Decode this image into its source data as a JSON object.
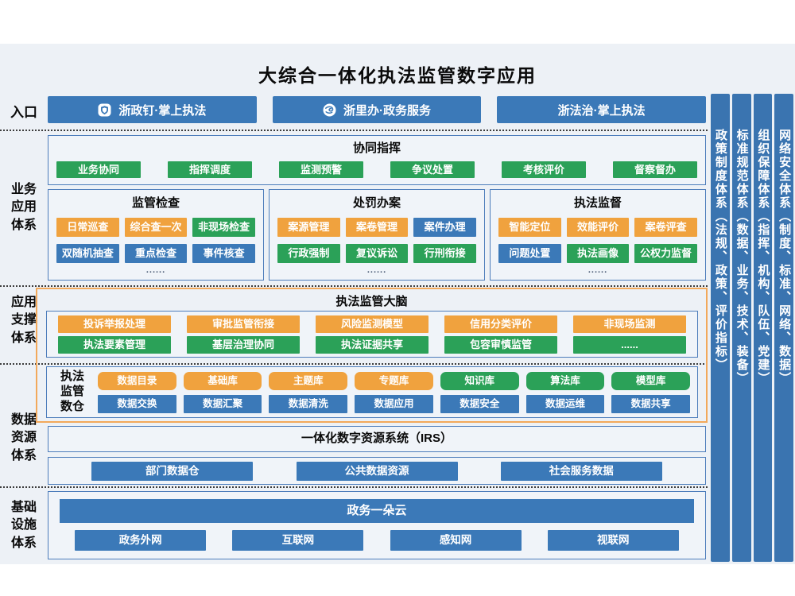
{
  "title": "大综合一体化执法监管数字应用",
  "palette": {
    "blue": "#3b79b8",
    "green": "#2ba158",
    "orange": "#f0a23e",
    "panel_background": "#edf1f6",
    "border_blue": "#4d7dbb",
    "border_orange": "#f2a95b"
  },
  "sections": {
    "entry_label": "入口",
    "business_label": "业务\n应用\n体系",
    "support_label": "应用\n支撑\n体系",
    "data_label": "数据\n资源\n体系",
    "infra_label": "基础\n设施\n体系"
  },
  "entry": {
    "apps": [
      {
        "label": "浙政钉·掌上执法",
        "icon": "shield-badge-icon"
      },
      {
        "label": "浙里办·政务服务",
        "icon": "zheliban-swirl-icon"
      },
      {
        "label": "浙法治·掌上执法",
        "icon": ""
      }
    ]
  },
  "business": {
    "collab": {
      "title": "协同指挥",
      "buttons": [
        "业务协同",
        "指挥调度",
        "监测预警",
        "争议处置",
        "考核评价",
        "督察督办"
      ]
    },
    "groups": [
      {
        "title": "监管检查",
        "row1": [
          {
            "label": "日常巡查",
            "color": "orange"
          },
          {
            "label": "综合查一次",
            "color": "orange"
          },
          {
            "label": "非现场检查",
            "color": "green"
          }
        ],
        "row2": [
          {
            "label": "双随机抽查",
            "color": "blue"
          },
          {
            "label": "重点检查",
            "color": "blue"
          },
          {
            "label": "事件核查",
            "color": "blue"
          }
        ],
        "more": "......"
      },
      {
        "title": "处罚办案",
        "row1": [
          {
            "label": "案源管理",
            "color": "orange"
          },
          {
            "label": "案卷管理",
            "color": "orange"
          },
          {
            "label": "案件办理",
            "color": "blue"
          }
        ],
        "row2": [
          {
            "label": "行政强制",
            "color": "green"
          },
          {
            "label": "复议诉讼",
            "color": "green"
          },
          {
            "label": "行刑衔接",
            "color": "green"
          }
        ],
        "more": "......"
      },
      {
        "title": "执法监督",
        "row1": [
          {
            "label": "智能定位",
            "color": "orange"
          },
          {
            "label": "效能评价",
            "color": "orange"
          },
          {
            "label": "案卷评查",
            "color": "orange"
          }
        ],
        "row2": [
          {
            "label": "问题处置",
            "color": "blue"
          },
          {
            "label": "执法画像",
            "color": "green"
          },
          {
            "label": "公权力监督",
            "color": "green"
          }
        ],
        "more": "......"
      }
    ]
  },
  "support": {
    "brain": {
      "title": "执法监管大脑",
      "columns": [
        {
          "top": {
            "label": "投诉举报处理",
            "color": "orange"
          },
          "bottom": {
            "label": "执法要素管理",
            "color": "green"
          }
        },
        {
          "top": {
            "label": "审批监管衔接",
            "color": "orange"
          },
          "bottom": {
            "label": "基层治理协同",
            "color": "green"
          }
        },
        {
          "top": {
            "label": "风险监测模型",
            "color": "orange"
          },
          "bottom": {
            "label": "执法证据共享",
            "color": "green"
          }
        },
        {
          "top": {
            "label": "信用分类评价",
            "color": "orange"
          },
          "bottom": {
            "label": "包容审慎监管",
            "color": "green"
          }
        },
        {
          "top": {
            "label": "非现场监测",
            "color": "orange"
          },
          "bottom": {
            "label": "......",
            "color": "green"
          }
        }
      ]
    }
  },
  "data_resource": {
    "warehouse": {
      "label": "执法\n监管\n数仓",
      "columns": [
        {
          "top": {
            "label": "数据目录",
            "color": "orange"
          },
          "bottom": {
            "label": "数据交换",
            "color": "blue"
          }
        },
        {
          "top": {
            "label": "基础库",
            "color": "orange"
          },
          "bottom": {
            "label": "数据汇聚",
            "color": "blue"
          }
        },
        {
          "top": {
            "label": "主题库",
            "color": "orange"
          },
          "bottom": {
            "label": "数据清洗",
            "color": "blue"
          }
        },
        {
          "top": {
            "label": "专题库",
            "color": "orange"
          },
          "bottom": {
            "label": "数据应用",
            "color": "blue"
          }
        },
        {
          "top": {
            "label": "知识库",
            "color": "green"
          },
          "bottom": {
            "label": "数据安全",
            "color": "blue"
          }
        },
        {
          "top": {
            "label": "算法库",
            "color": "green"
          },
          "bottom": {
            "label": "数据运维",
            "color": "blue"
          }
        },
        {
          "top": {
            "label": "模型库",
            "color": "green"
          },
          "bottom": {
            "label": "数据共享",
            "color": "blue"
          }
        }
      ]
    },
    "irs_title": "一体化数字资源系统（IRS）",
    "sources": [
      "部门数据仓",
      "公共数据资源",
      "社会服务数据"
    ]
  },
  "infrastructure": {
    "cloud": "政务一朵云",
    "networks": [
      "政务外网",
      "互联网",
      "感知网",
      "视联网"
    ]
  },
  "right_columns": [
    {
      "label": "政策制度体系（法规、政策、评价指标）"
    },
    {
      "label": "标准规范体系（数据、业务、技术、装备）"
    },
    {
      "label": "组织保障体系（指挥、机构、队伍、党建）"
    },
    {
      "label": "网络安全体系（制度、标准、网络、数据）"
    }
  ]
}
